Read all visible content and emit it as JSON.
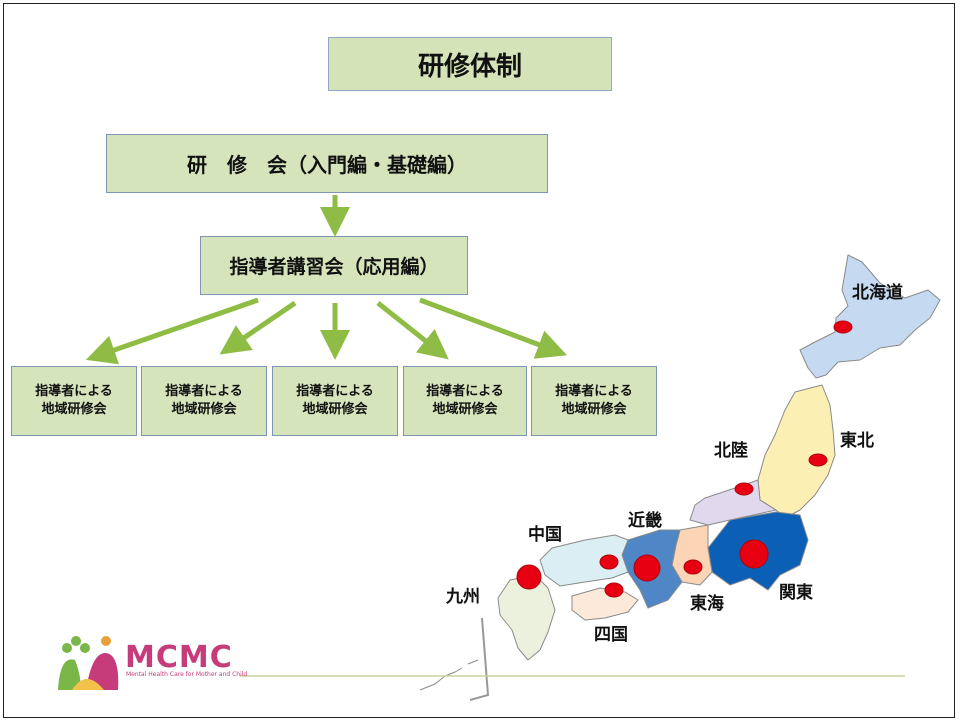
{
  "title": "研修体制",
  "level1": "研　修　会（入門編・基礎編）",
  "level2": "指導者講習会（応用編）",
  "local_meetings": [
    "指導者による\n地域研修会",
    "指導者による\n地域研修会",
    "指導者による\n地域研修会",
    "指導者による\n地域研修会",
    "指導者による\n地域研修会"
  ],
  "regions": {
    "hokkaido": "北海道",
    "tohoku": "東北",
    "hokuriku": "北陸",
    "kinki": "近畿",
    "chugoku": "中国",
    "kyushu": "九州",
    "shikoku": "四国",
    "tokai": "東海",
    "kanto": "関東"
  },
  "logo": {
    "text": "MCMC",
    "tagline": "Mental Health Care for Mother and Child"
  },
  "colors": {
    "box_fill": "#d6e4bc",
    "arrow": "#8fbc45",
    "dot": "#e60012",
    "kanto": "#0b5fb4"
  }
}
